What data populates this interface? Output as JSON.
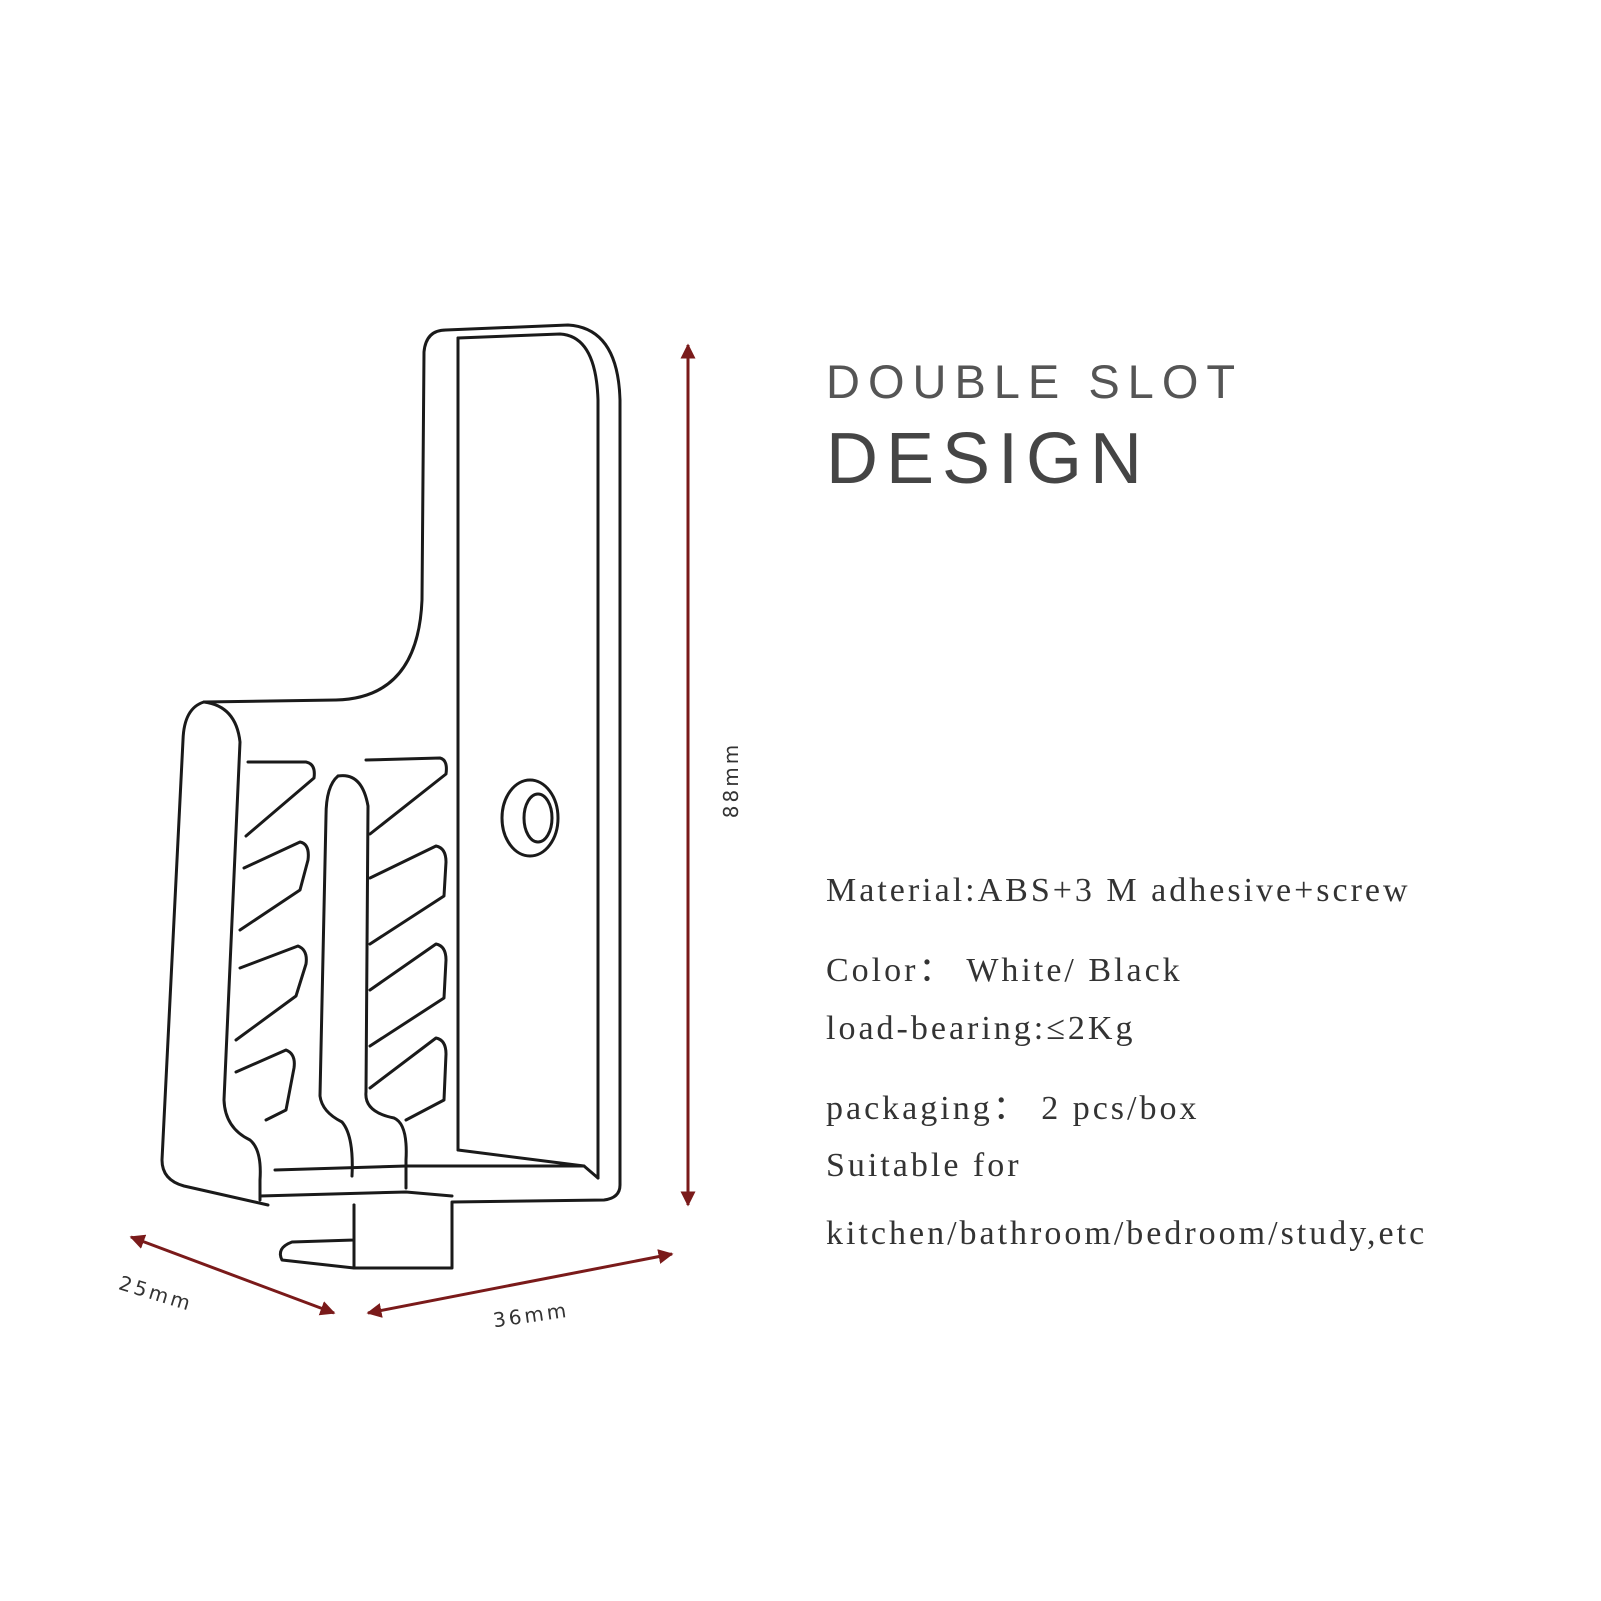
{
  "heading": {
    "line1": "DOUBLE SLOT",
    "line2": "DESIGN"
  },
  "specs": [
    "Material:ABS+3 M adhesive+screw",
    "Color： White/ Black",
    "load-bearing:≤2Kg",
    "packaging： 2 pcs/box",
    "Suitable for",
    "kitchen/bathroom/bedroom/study,etc"
  ],
  "dimensions": {
    "height": "88mm",
    "depth": "25mm",
    "width": "36mm"
  },
  "colors": {
    "dimension_arrow": "#7a1a1a",
    "outline": "#1a1a1a"
  }
}
